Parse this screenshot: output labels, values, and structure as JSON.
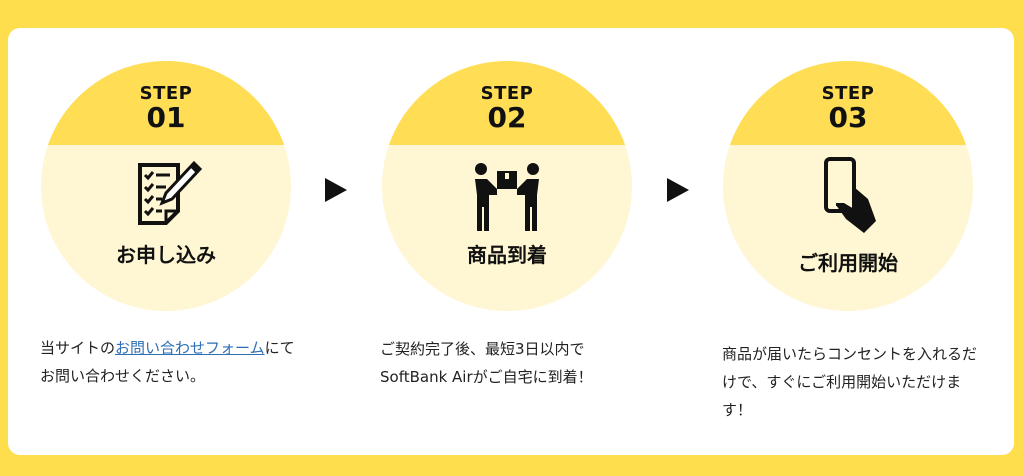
{
  "steps": [
    {
      "label": "STEP",
      "number": "01",
      "title": "お申し込み",
      "icon": "checklist-pencil-icon",
      "desc": {
        "pre": "当サイトの",
        "link": "お問い合わせフォーム",
        "post": "にて",
        "line2": "お問い合わせください。"
      }
    },
    {
      "label": "STEP",
      "number": "02",
      "title": "商品到着",
      "icon": "package-delivery-icon",
      "desc": {
        "line1": "ご契約完了後、最短3日以内で",
        "line2": "SoftBank Airがご自宅に到着！"
      }
    },
    {
      "label": "STEP",
      "number": "03",
      "title": "ご利用開始",
      "icon": "smartphone-hand-icon",
      "desc": {
        "line1": "商品が届いたらコンセントを入れるだ",
        "line2": "けで、すぐにご利用開始いただけま",
        "line3": "す！"
      }
    }
  ],
  "colors": {
    "background": "#ffde4e",
    "band": "#ffdd55",
    "circle": "#fff6d3",
    "link": "#2e6fb5"
  }
}
